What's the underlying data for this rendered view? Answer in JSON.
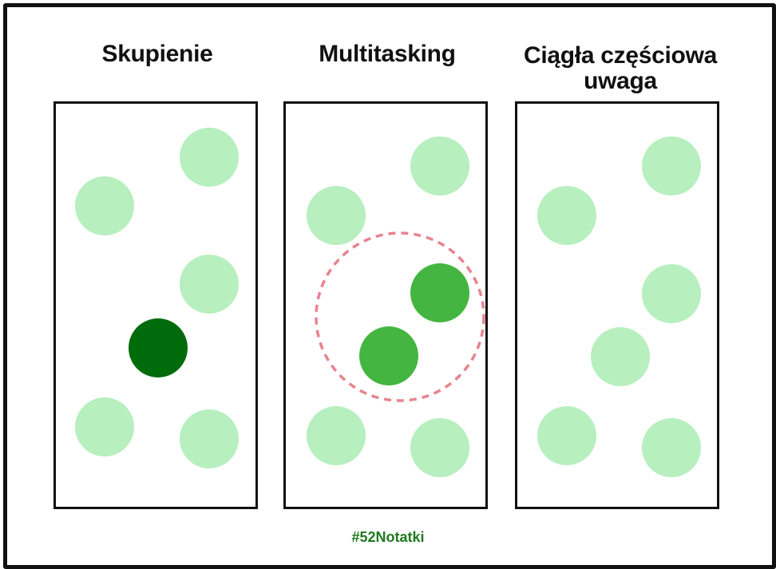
{
  "columns": [
    {
      "title": "Skupienie"
    },
    {
      "title": "Multitasking"
    },
    {
      "title": "Ciągła częściowa uwaga"
    }
  ],
  "footer": {
    "tag": "#52Notatki"
  },
  "colors": {
    "border": "#111111",
    "inactive_dot": "#b7efbf",
    "focus_dot": "#006b0a",
    "multitask_dot": "#45b541",
    "highlight_ring": "#e9828f",
    "footer_text": "#1f7a1f"
  },
  "icons": {
    "highlight_ring": "dashed-circle-icon"
  }
}
